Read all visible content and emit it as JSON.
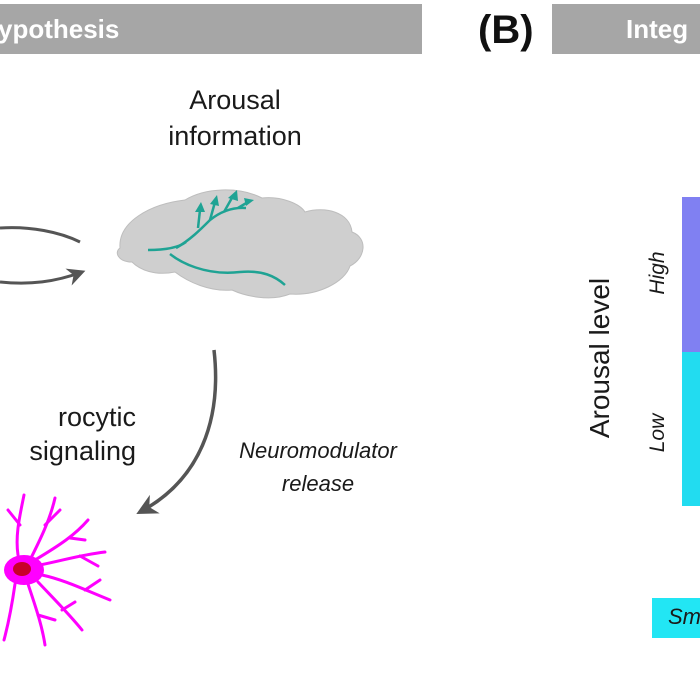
{
  "panel_a": {
    "banner_text": "ypothesis",
    "arousal_info_line1": "Arousal",
    "arousal_info_line2": "information",
    "astro_line1": "rocytic",
    "astro_line2": "signaling",
    "neuromod_line1": "Neuromodulator",
    "neuromod_line2": "release"
  },
  "panel_b": {
    "label": "(B)",
    "banner_text": "Integ",
    "axis_title": "Arousal level",
    "level_high": "High",
    "level_low": "Low",
    "box_text": "Sm"
  },
  "colors": {
    "banner": "#a6a6a6",
    "brain": "#cfcfcf",
    "axon": "#1fa394",
    "astrocyte": "#ff00ff",
    "nucleus": "#c8002a",
    "arrow": "#555555",
    "high_bar": "#8080f2",
    "low_bar": "#22dcf0"
  }
}
